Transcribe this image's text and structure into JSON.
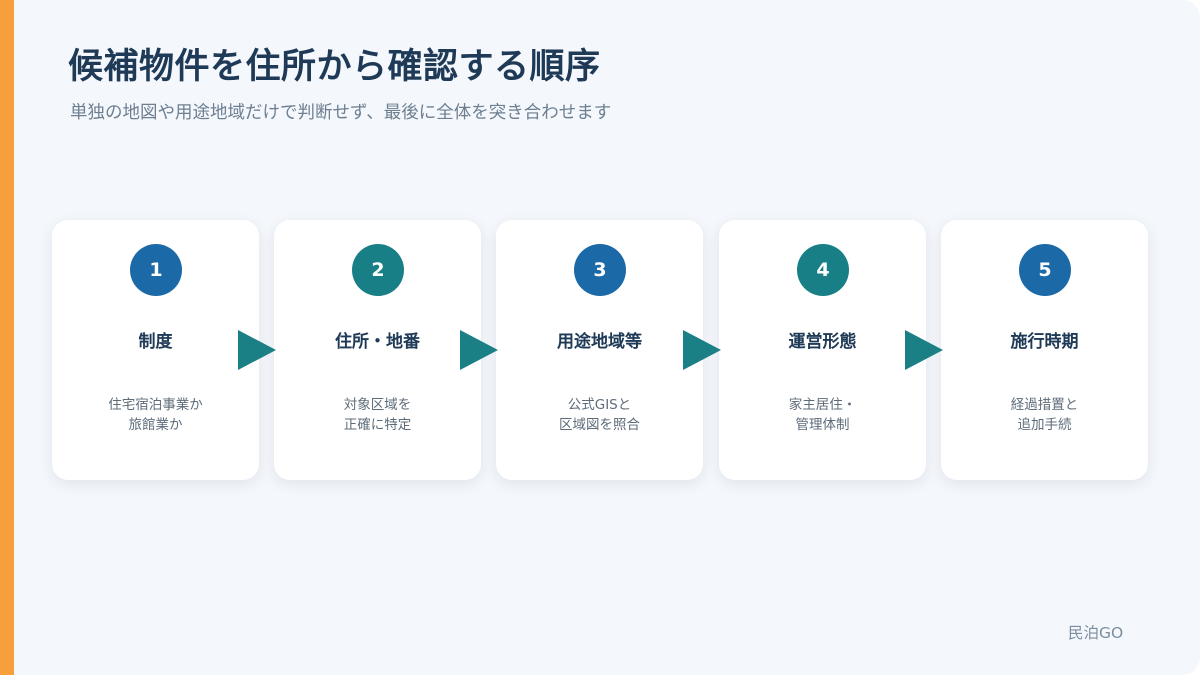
{
  "title": "候補物件を住所から確認する順序",
  "subtitle": "単独の地図や用途地域だけで判断せず、最後に全体を突き合わせます",
  "colors": {
    "accent_bar": "#F79F3A",
    "step_blue": "#1C69A8",
    "step_teal": "#197F86",
    "arrow": "#1B7F86",
    "title": "#1E3A57"
  },
  "steps": [
    {
      "number": "1",
      "label": "制度",
      "desc": [
        "住宅宿泊事業か",
        "旅館業か"
      ],
      "color": "#1C69A8"
    },
    {
      "number": "2",
      "label": "住所・地番",
      "desc": [
        "対象区域を",
        "正確に特定"
      ],
      "color": "#197F86"
    },
    {
      "number": "3",
      "label": "用途地域等",
      "desc": [
        "公式GISと",
        "区域図を照合"
      ],
      "color": "#1C69A8"
    },
    {
      "number": "4",
      "label": "運営形態",
      "desc": [
        "家主居住・",
        "管理体制"
      ],
      "color": "#197F86"
    },
    {
      "number": "5",
      "label": "施行時期",
      "desc": [
        "経過措置と",
        "追加手続"
      ],
      "color": "#1C69A8"
    }
  ],
  "arrow_icon": "triangle-right-icon",
  "brand": "民泊GO"
}
